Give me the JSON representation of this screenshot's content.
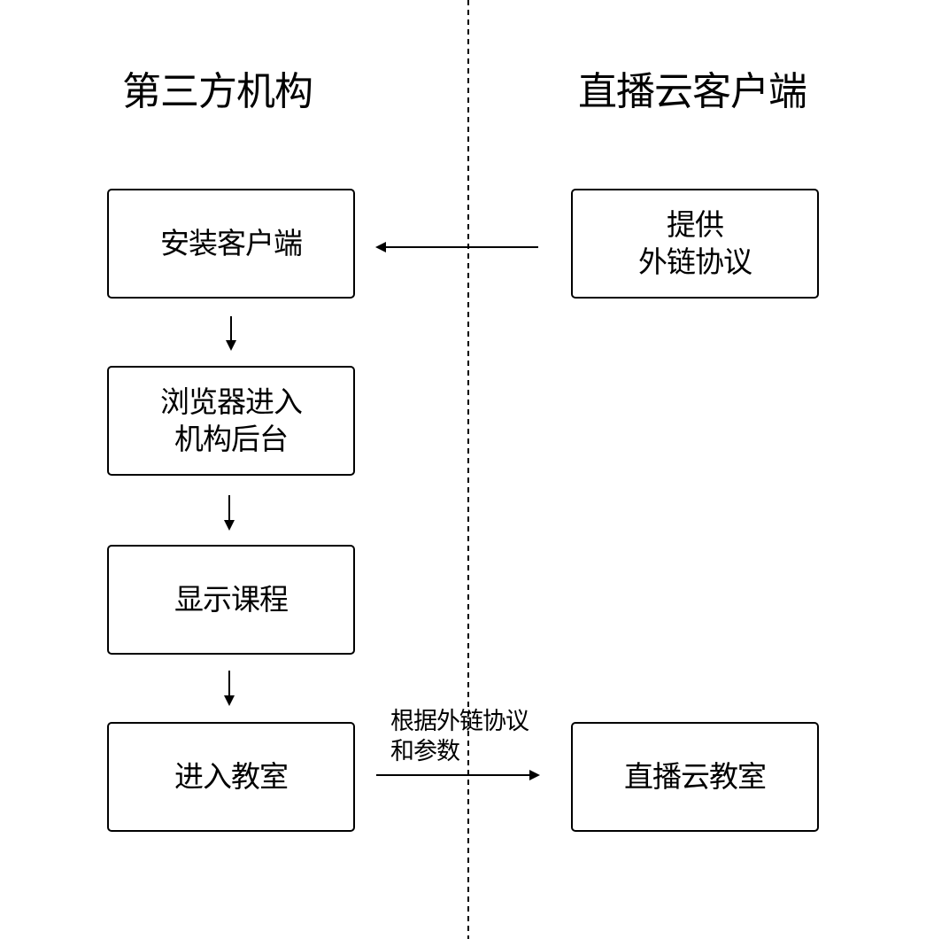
{
  "columns": {
    "left_title": "第三方机构",
    "right_title": "直播云客户端"
  },
  "nodes": {
    "install_client": {
      "lines": [
        "安装客户端"
      ]
    },
    "browser_enter": {
      "lines": [
        "浏览器进入",
        "机构后台"
      ]
    },
    "show_courses": {
      "lines": [
        "显示课程"
      ]
    },
    "enter_classroom": {
      "lines": [
        "进入教室"
      ]
    },
    "provide_protocol": {
      "lines": [
        "提供",
        "外链协议"
      ]
    },
    "cloud_classroom": {
      "lines": [
        "直播云教室"
      ]
    }
  },
  "edges": {
    "protocol_to_classroom_label": [
      "根据外链协议",
      "和参数"
    ]
  },
  "colors": {
    "stroke": "#000000",
    "background": "#ffffff"
  }
}
